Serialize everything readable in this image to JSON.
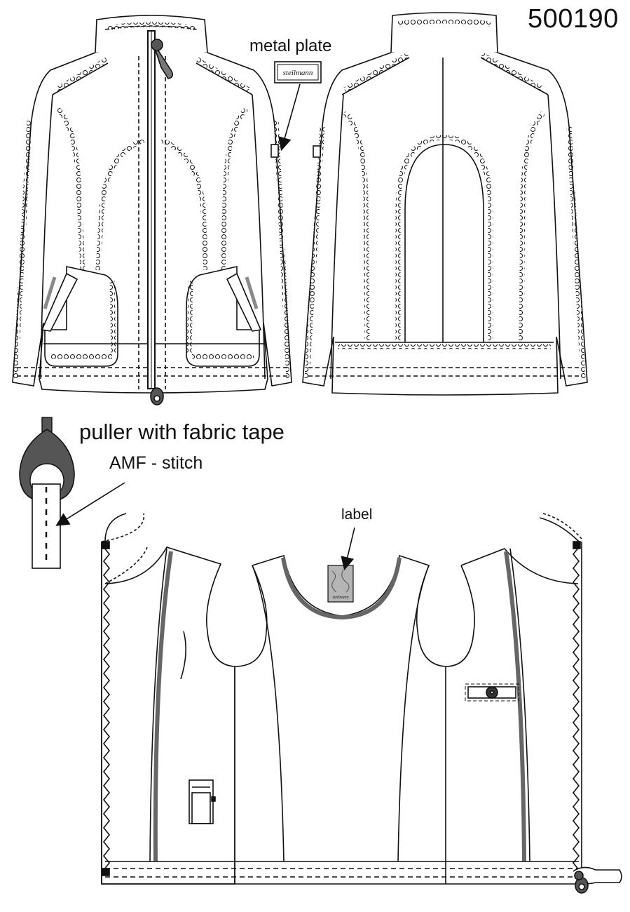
{
  "header": {
    "style_number": "500190"
  },
  "callouts": {
    "metal_plate": "metal plate",
    "puller": "puller with fabric tape",
    "amf_stitch": "AMF - stitch",
    "label": "label"
  },
  "brand": {
    "plate_text": "steilmann",
    "label_text": "steilmann"
  },
  "colors": {
    "line": "#111111",
    "tape": "#666666",
    "accent_grey": "#8a8a8a",
    "puller": "#555555"
  }
}
